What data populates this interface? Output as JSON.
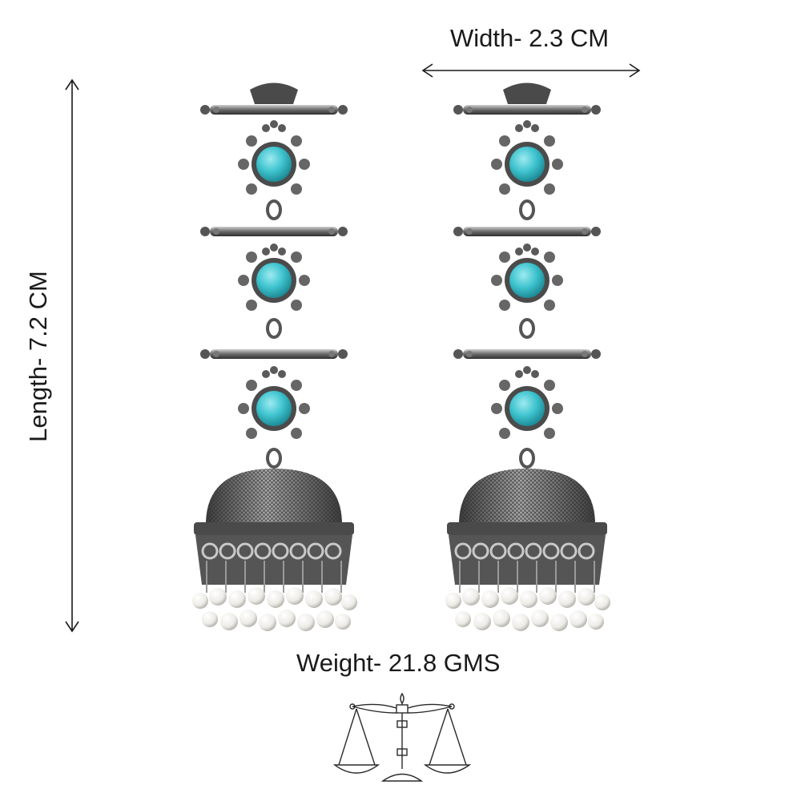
{
  "labels": {
    "width": "Width- 2.3 CM",
    "length": "Length- 7.2 CM",
    "weight": "Weight- 21.8 GMS"
  },
  "colors": {
    "background": "#ffffff",
    "text": "#1a1a1a",
    "silver": "#8e8e8e",
    "silver_dark": "#3a3a3a",
    "turquoise": "#3fc4cf",
    "pearl": "#f4f4f0"
  },
  "icons": [
    "width-arrow-icon",
    "length-arrow-icon",
    "balance-scale-icon"
  ]
}
